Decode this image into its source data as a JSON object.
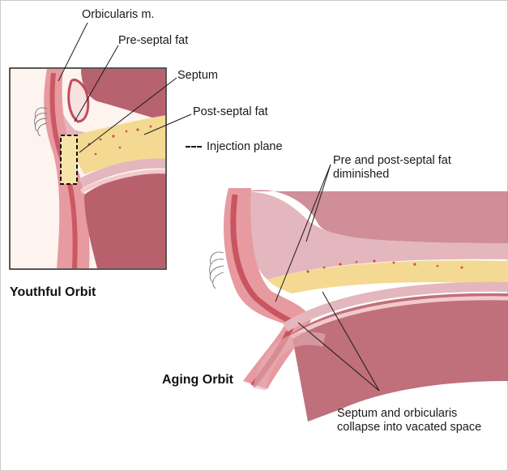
{
  "labels": {
    "orbicularis": "Orbicularis m.",
    "pre_septal_fat": "Pre-septal fat",
    "septum": "Septum",
    "post_septal_fat": "Post-septal fat",
    "injection_plane": "Injection plane",
    "fat_diminished": "Pre and post-septal fat diminished",
    "collapse": "Septum and orbicularis collapse into vacated space"
  },
  "titles": {
    "youthful": "Youthful Orbit",
    "aging": "Aging Orbit"
  },
  "colors": {
    "skin": "#e8a3a6",
    "muscle": "#c9525e",
    "fat": "#f3d48a",
    "bone": "#d9c3c8",
    "cavity": "#b2606c"
  }
}
